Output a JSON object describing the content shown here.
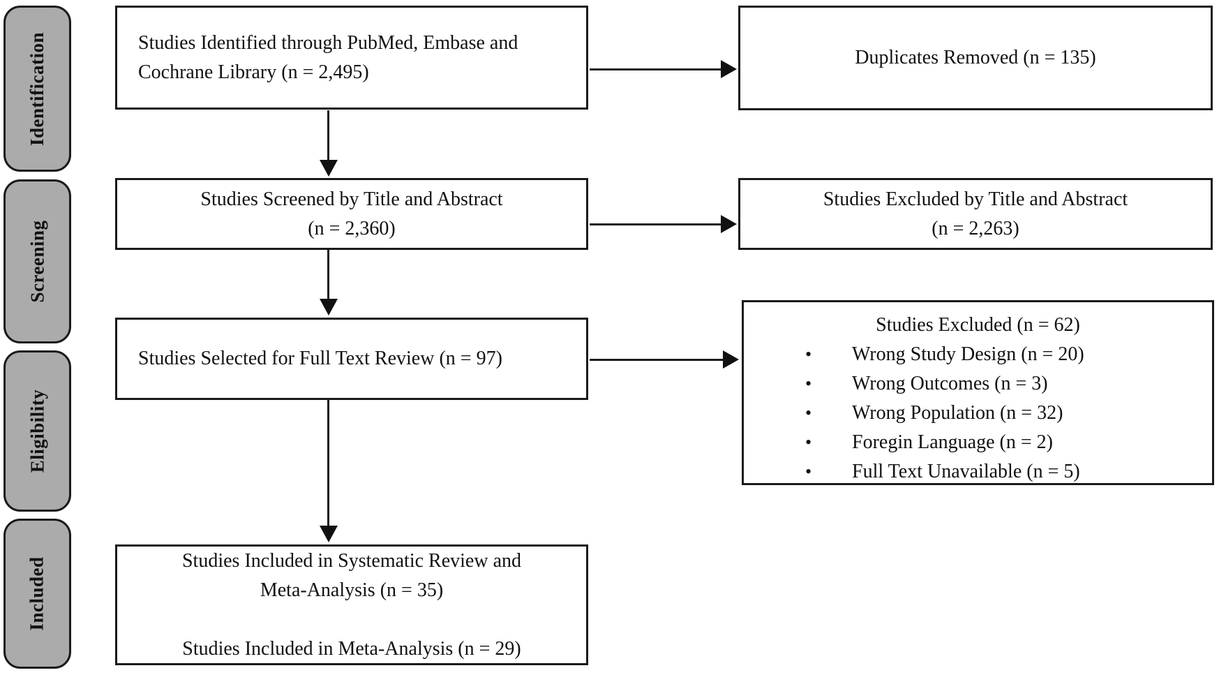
{
  "colors": {
    "background": "#ffffff",
    "stage_fill": "#ababab",
    "border": "#1a1a1a",
    "text": "#111111"
  },
  "icons": {
    "bullet": "•"
  },
  "sidebar": {
    "items": [
      {
        "label": "Identification"
      },
      {
        "label": "Screening"
      },
      {
        "label": "Eligibility"
      },
      {
        "label": "Included"
      }
    ]
  },
  "flow": {
    "identified": {
      "lines": [
        "Studies Identified through PubMed, Embase and",
        "Cochrane Library (n = 2,495)"
      ]
    },
    "duplicates": {
      "lines": [
        "Duplicates Removed (n = 135)"
      ]
    },
    "screened": {
      "lines": [
        "Studies Screened by Title and Abstract",
        "(n = 2,360)"
      ]
    },
    "excluded_title_abstract": {
      "lines": [
        "Studies Excluded by Title and Abstract",
        "(n = 2,263)"
      ]
    },
    "full_text_review": {
      "lines": [
        "Studies Selected for Full Text Review (n = 97)"
      ]
    },
    "excluded_full_text": {
      "title": "Studies Excluded (n = 62)",
      "bullets": [
        "Wrong Study Design (n = 20)",
        "Wrong Outcomes (n = 3)",
        "Wrong Population (n = 32)",
        "Foregin Language (n = 2)",
        "Full Text Unavailable (n = 5)"
      ]
    },
    "included": {
      "lines": [
        "Studies Included in Systematic Review and",
        "Meta-Analysis (n = 35)",
        "",
        "Studies Included in Meta-Analysis (n = 29)"
      ]
    }
  }
}
